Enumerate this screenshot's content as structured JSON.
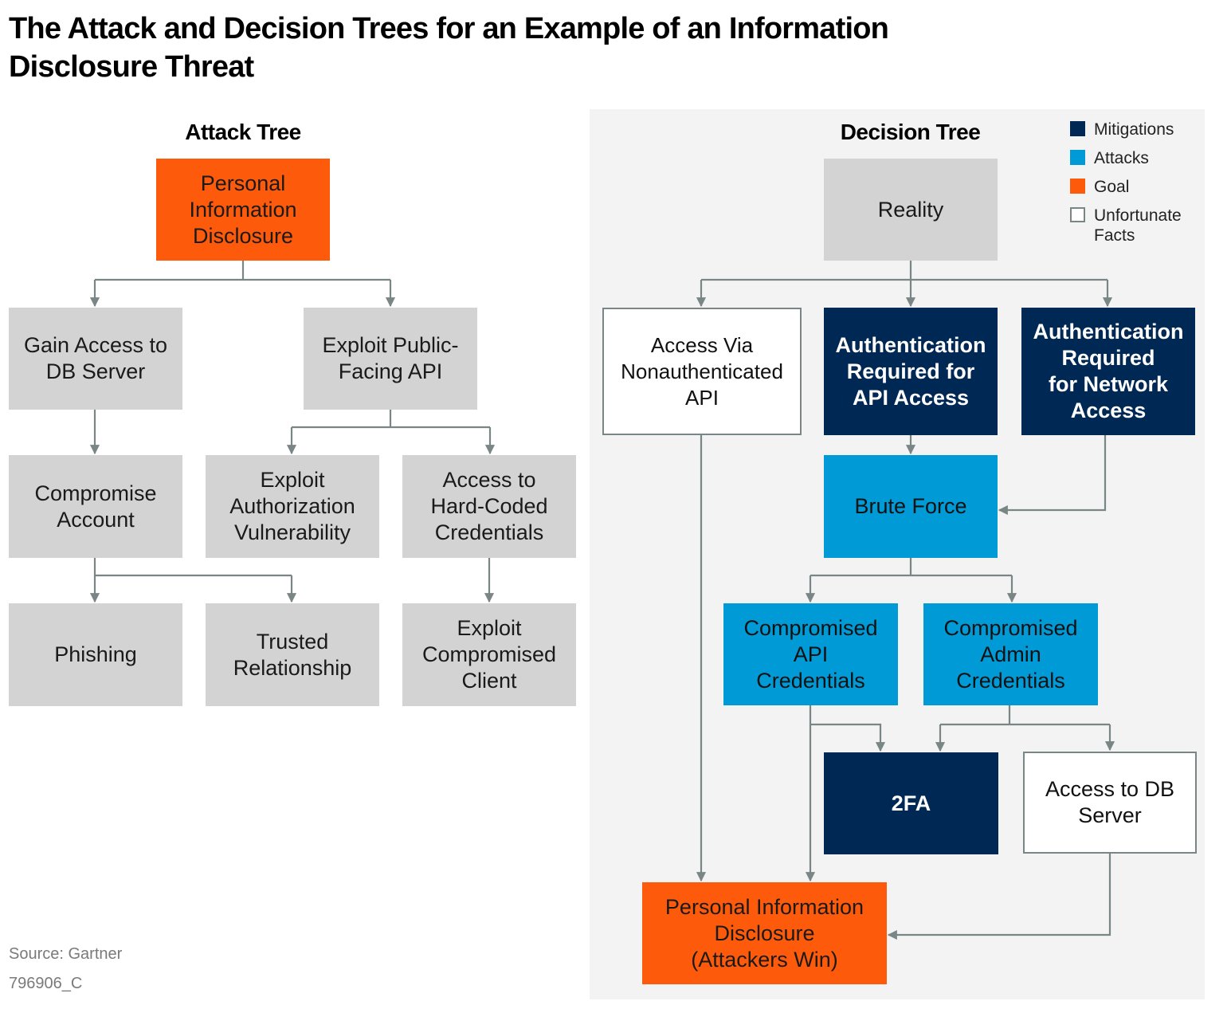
{
  "title": "The Attack and Decision Trees for an Example of an Information Disclosure Threat",
  "colors": {
    "mitigation": "#002855",
    "attack": "#009ad6",
    "goal": "#fe5a0b",
    "fact": "#d3d3d3",
    "unfortunate_fact": "#ffffff",
    "connector": "#7a8585",
    "panel_background": "#f3f3f3"
  },
  "attack_tree": {
    "heading": "Attack Tree",
    "nodes": {
      "goal": "Personal\nInformation\nDisclosure",
      "gain_access_db": "Gain Access to\nDB Server",
      "exploit_api": "Exploit Public-\nFacing API",
      "compromise_account": "Compromise\nAccount",
      "exploit_authz": "Exploit\nAuthorization\nVulnerability",
      "hardcoded_creds": "Access to\nHard-Coded\nCredentials",
      "phishing": "Phishing",
      "trusted_relationship": "Trusted\nRelationship",
      "exploit_client": "Exploit\nCompromised\nClient"
    },
    "edges": [
      [
        "goal",
        "gain_access_db"
      ],
      [
        "goal",
        "exploit_api"
      ],
      [
        "gain_access_db",
        "compromise_account"
      ],
      [
        "exploit_api",
        "exploit_authz"
      ],
      [
        "exploit_api",
        "hardcoded_creds"
      ],
      [
        "compromise_account",
        "phishing"
      ],
      [
        "compromise_account",
        "trusted_relationship"
      ],
      [
        "hardcoded_creds",
        "exploit_client"
      ]
    ]
  },
  "decision_tree": {
    "heading": "Decision Tree",
    "nodes": {
      "reality": "Reality",
      "nonauth_api": "Access Via\nNonauthenticated\nAPI",
      "auth_api": "Authentication\nRequired  for\nAPI Access",
      "auth_network": "Authentication\nRequired\nfor Network\nAccess",
      "brute_force": "Brute Force",
      "comp_api_creds": "Compromised\nAPI\nCredentials",
      "comp_admin_creds": "Compromised\nAdmin\nCredentials",
      "twofa": "2FA",
      "access_db": "Access to DB\nServer",
      "outcome": "Personal Information\nDisclosure\n(Attackers Win)"
    },
    "edges": [
      [
        "reality",
        "nonauth_api"
      ],
      [
        "reality",
        "auth_api"
      ],
      [
        "reality",
        "auth_network"
      ],
      [
        "auth_api",
        "brute_force"
      ],
      [
        "auth_network",
        "brute_force"
      ],
      [
        "brute_force",
        "comp_api_creds"
      ],
      [
        "brute_force",
        "comp_admin_creds"
      ],
      [
        "comp_api_creds",
        "twofa"
      ],
      [
        "comp_admin_creds",
        "twofa"
      ],
      [
        "comp_admin_creds",
        "access_db"
      ],
      [
        "nonauth_api",
        "outcome"
      ],
      [
        "comp_api_creds",
        "outcome"
      ],
      [
        "access_db",
        "outcome"
      ]
    ]
  },
  "legend": [
    {
      "label": "Mitigations",
      "type": "mitigation"
    },
    {
      "label": "Attacks",
      "type": "attack"
    },
    {
      "label": "Goal",
      "type": "goal"
    },
    {
      "label": "Unfortunate\nFacts",
      "type": "unfortunate"
    }
  ],
  "footer": {
    "source": "Source: Gartner",
    "id": "796906_C"
  }
}
